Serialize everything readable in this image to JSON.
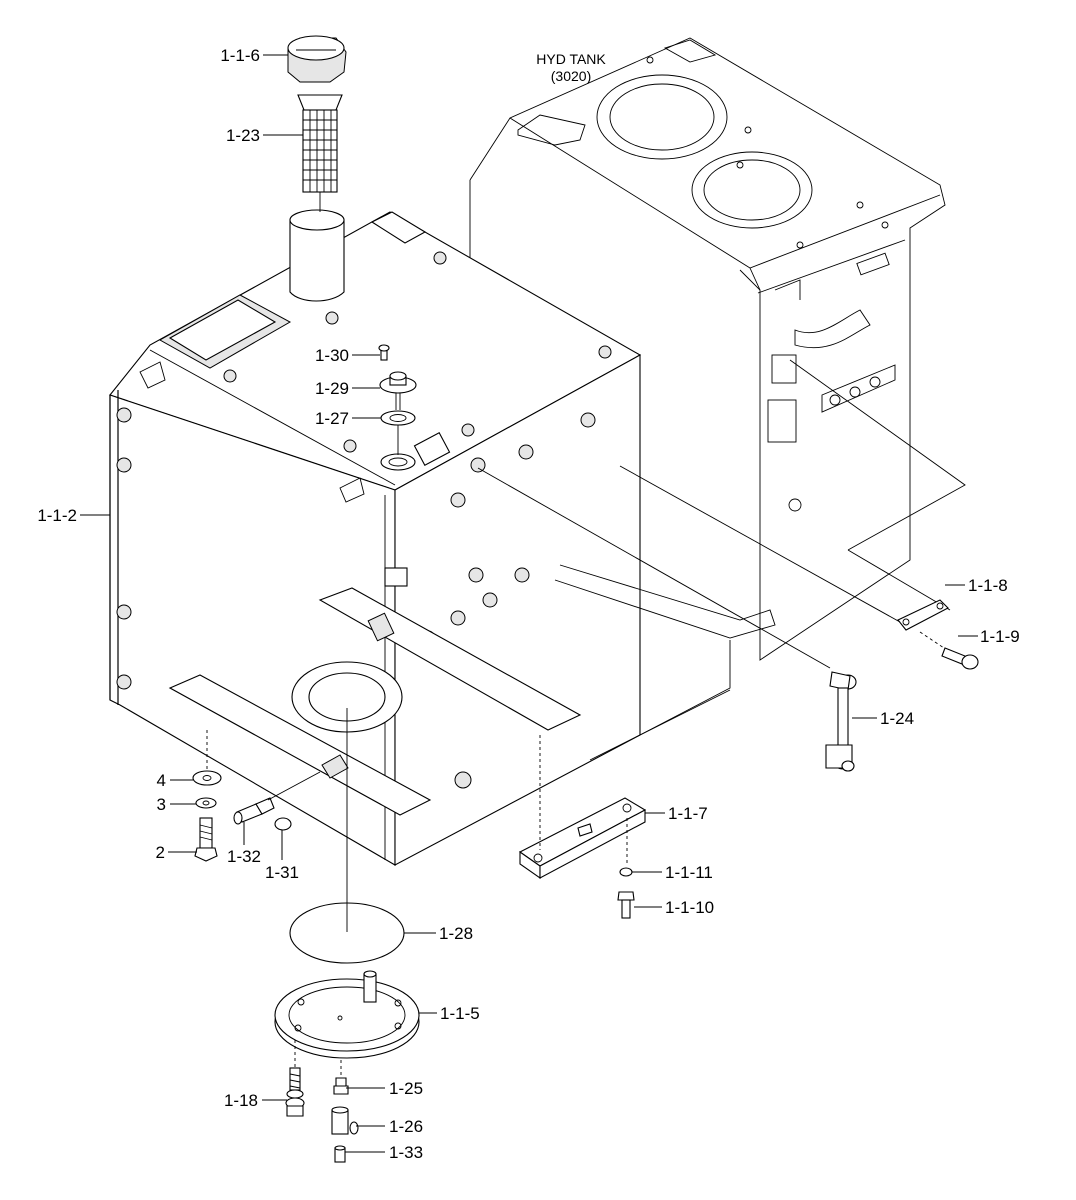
{
  "reference": {
    "title": "HYD TANK",
    "code": "(3020)"
  },
  "labels": {
    "p_1_1_6": "1-1-6",
    "p_1_23": "1-23",
    "p_1_30": "1-30",
    "p_1_29": "1-29",
    "p_1_27": "1-27",
    "p_1_1_2": "1-1-2",
    "p_1_1_8": "1-1-8",
    "p_1_1_9": "1-1-9",
    "p_1_24": "1-24",
    "p_4": "4",
    "p_3": "3",
    "p_2": "2",
    "p_1_32": "1-32",
    "p_1_31": "1-31",
    "p_1_1_7": "1-1-7",
    "p_1_1_11": "1-1-11",
    "p_1_1_10": "1-1-10",
    "p_1_28": "1-28",
    "p_1_1_5": "1-1-5",
    "p_1_18": "1-18",
    "p_1_25": "1-25",
    "p_1_26": "1-26",
    "p_1_33": "1-33"
  }
}
